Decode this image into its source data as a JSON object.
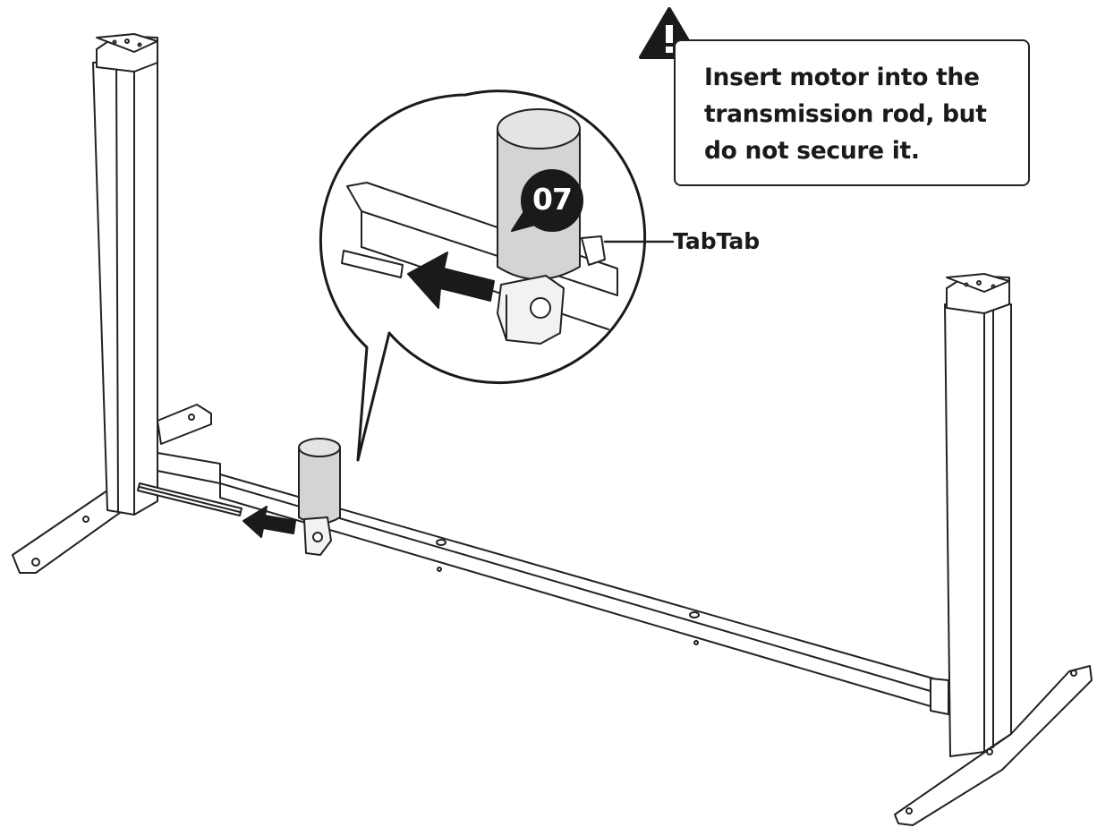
{
  "warning": {
    "icon": "warning-triangle-icon",
    "lines": [
      "Insert motor into the",
      "transmission rod, but",
      "do not secure it."
    ]
  },
  "callout": {
    "label": "TabTab"
  },
  "step": {
    "number": "07"
  },
  "colors": {
    "line": "#222222",
    "badge": "#1a1a1a",
    "motor": "#d4d4d4",
    "background": "#ffffff"
  }
}
